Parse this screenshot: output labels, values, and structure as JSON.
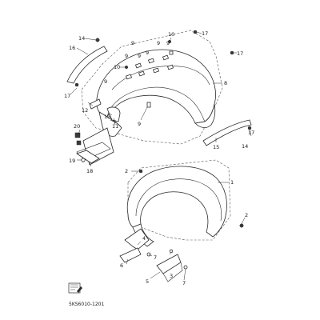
{
  "diagram": {
    "drawing_code": "5KS6010-1201",
    "callouts": [
      {
        "key": "c14a",
        "text": "14"
      },
      {
        "key": "c10a",
        "text": "10"
      },
      {
        "key": "c17a",
        "text": "17"
      },
      {
        "key": "c16",
        "text": "16"
      },
      {
        "key": "c9a",
        "text": "9"
      },
      {
        "key": "c9b",
        "text": "9"
      },
      {
        "key": "c9c",
        "text": "9"
      },
      {
        "key": "c9d",
        "text": "9"
      },
      {
        "key": "c10b",
        "text": "10"
      },
      {
        "key": "c17b",
        "text": "17"
      },
      {
        "key": "c9e",
        "text": "9"
      },
      {
        "key": "c9f",
        "text": "9"
      },
      {
        "key": "c9g",
        "text": "9"
      },
      {
        "key": "c8",
        "text": "8"
      },
      {
        "key": "c17c",
        "text": "17"
      },
      {
        "key": "c12",
        "text": "12"
      },
      {
        "key": "c13",
        "text": "13"
      },
      {
        "key": "c11",
        "text": "11"
      },
      {
        "key": "c9h",
        "text": "9"
      },
      {
        "key": "c20",
        "text": "20"
      },
      {
        "key": "c17d",
        "text": "17"
      },
      {
        "key": "c15",
        "text": "15"
      },
      {
        "key": "c14b",
        "text": "14"
      },
      {
        "key": "c19",
        "text": "19"
      },
      {
        "key": "c18",
        "text": "18"
      },
      {
        "key": "c2a",
        "text": "2"
      },
      {
        "key": "c1",
        "text": "1"
      },
      {
        "key": "c2b",
        "text": "2"
      },
      {
        "key": "c6",
        "text": "6"
      },
      {
        "key": "c7a",
        "text": "7"
      },
      {
        "key": "c4",
        "text": "4"
      },
      {
        "key": "c3",
        "text": "3"
      },
      {
        "key": "c5",
        "text": "5"
      },
      {
        "key": "c7b",
        "text": "7"
      }
    ]
  }
}
